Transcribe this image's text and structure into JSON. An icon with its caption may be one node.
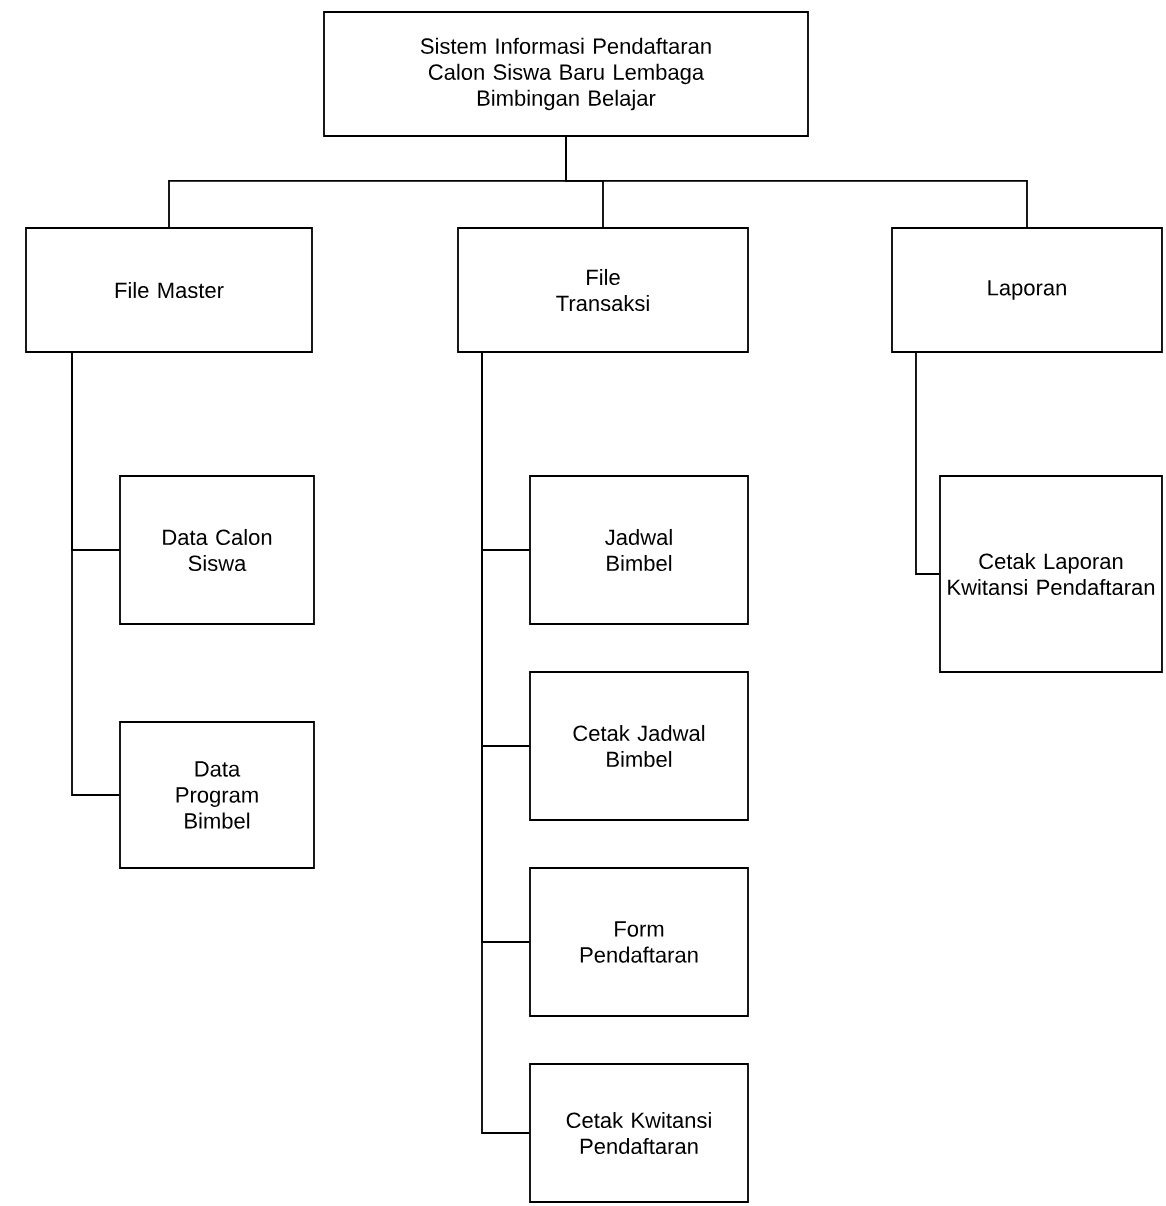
{
  "diagram": {
    "nodes": [
      {
        "text": [
          "Sistem Informasi Pendaftaran Calon Siswa Baru Lembaga Bimbingan Belajar"
        ]
      },
      {
        "text": [
          "File Master"
        ]
      },
      {
        "text": [
          "File Transaksi"
        ]
      },
      {
        "text": [
          "Laporan"
        ]
      },
      {
        "text": [
          "Data Calon Siswa"
        ]
      },
      {
        "text": [
          "Data Program Bimbel"
        ]
      },
      {
        "text": [
          "Jadwal Bimbel"
        ]
      },
      {
        "text": [
          "Cetak Jadwal Bimbel"
        ]
      },
      {
        "text": [
          "Form Pendaftaran"
        ]
      },
      {
        "text": [
          "Cetak Kwitansi Pendaftaran"
        ]
      },
      {
        "text": [
          "Cetak Laporan Kwitansi Pendaftaran"
        ]
      }
    ],
    "edges": [
      {
        "from": 0,
        "to": 1,
        "arrow": "none"
      },
      {
        "from": 0,
        "to": 2,
        "arrow": "none"
      },
      {
        "from": 0,
        "to": 3,
        "arrow": "none"
      },
      {
        "from": 1,
        "to": 4,
        "arrow": "none"
      },
      {
        "from": 1,
        "to": 5,
        "arrow": "none"
      },
      {
        "from": 2,
        "to": 6,
        "arrow": "none"
      },
      {
        "from": 2,
        "to": 7,
        "arrow": "none"
      },
      {
        "from": 2,
        "to": 8,
        "arrow": "none"
      },
      {
        "from": 2,
        "to": 9,
        "arrow": "none"
      },
      {
        "from": 3,
        "to": 10,
        "arrow": "none"
      }
    ]
  }
}
